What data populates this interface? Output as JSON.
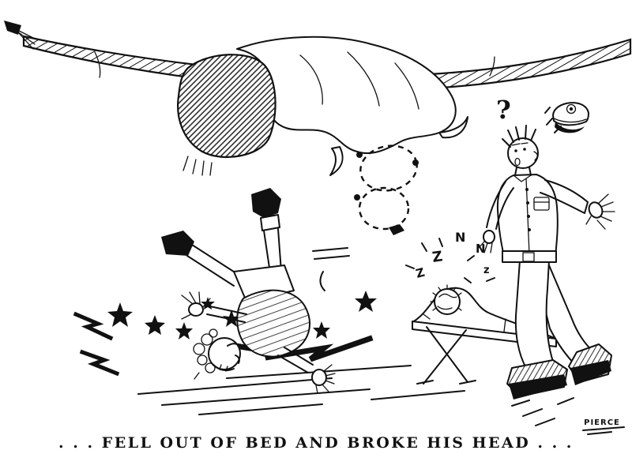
{
  "artwork": {
    "caption": ". . . FELL OUT OF BED AND BROKE HIS HEAD . . .",
    "signature": "PIERCE",
    "question_mark": "?",
    "sleep_marks": [
      "Z",
      "Z",
      "N",
      "N",
      "z"
    ],
    "colors": {
      "ink": "#111111",
      "paper": "#ffffff"
    }
  }
}
